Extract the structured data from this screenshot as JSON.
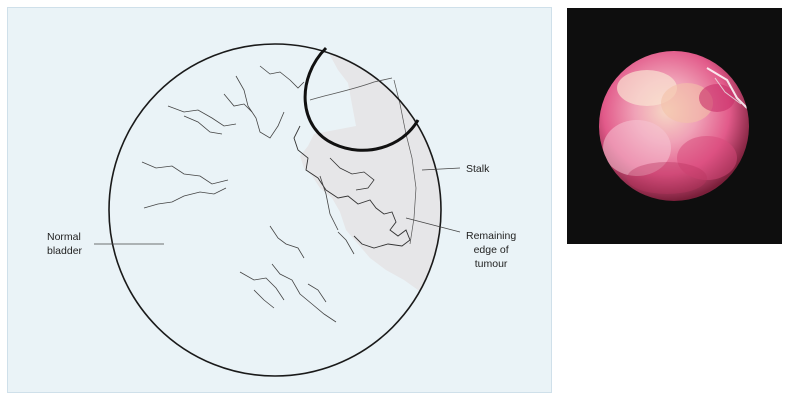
{
  "labels": {
    "normal_bladder": "Normal\nbladder",
    "stalk": "Stalk",
    "remaining_edge": "Remaining\nedge of\ntumour"
  },
  "colors": {
    "panel_bg": "#eaf3f7",
    "outline": "#1a1a1a",
    "vessel": "#444444",
    "shaded_region": "#e6e6e8",
    "photo_bg": "#0e0e0e",
    "tissue_pink": "#e25a8a"
  }
}
